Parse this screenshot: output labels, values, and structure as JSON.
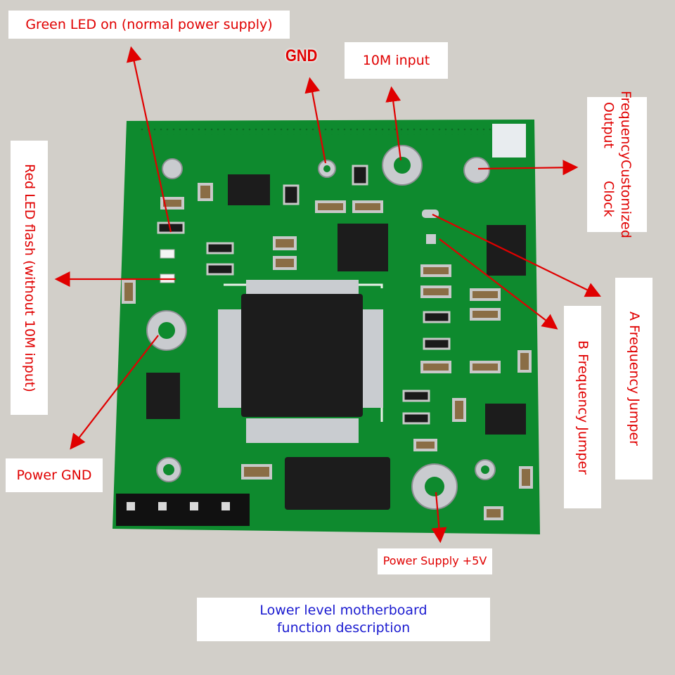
{
  "labels": {
    "green_led": "Green LED on (normal power supply)",
    "gnd": "GND",
    "input_10m": "10M input",
    "freq_output_line1": "Frequency Output",
    "freq_output_line2": "Customized Clock",
    "a_jumper": "A Frequency Jumper",
    "b_jumper": "B Frequency Jumper",
    "red_led": "Red LED flash (without 10M input)",
    "power_gnd": "Power GND",
    "power_5v": "Power Supply +5V",
    "description_line1": "Lower level motherboard",
    "description_line2": "function description"
  },
  "colors": {
    "annotation": "#e00000",
    "pcb": "#0e8a2e",
    "description": "#1a1ad0"
  }
}
